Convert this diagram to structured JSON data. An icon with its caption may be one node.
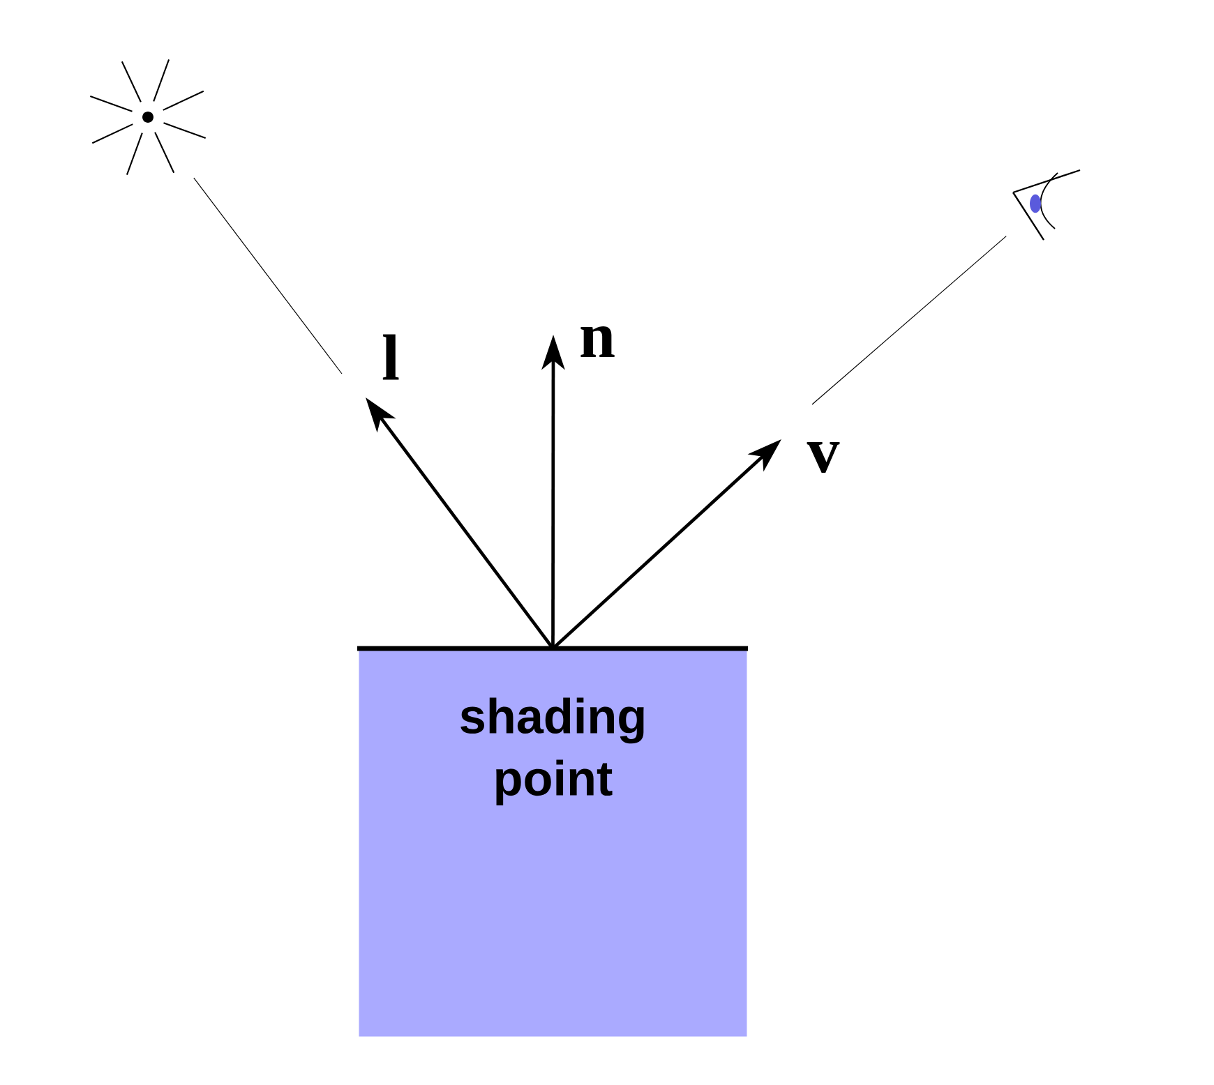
{
  "diagram": {
    "nodes": [
      {
        "text": [
          "shading point"
        ]
      },
      {
        "text": [],
        "shape": "sun"
      },
      {
        "text": [],
        "shape": "eye"
      }
    ],
    "edges": [
      {
        "from": 0,
        "to": null,
        "arrow": "to",
        "label": "l"
      },
      {
        "from": 0,
        "to": null,
        "arrow": "to",
        "label": "n"
      },
      {
        "from": 0,
        "to": null,
        "arrow": "to",
        "label": "v"
      },
      {
        "from": 1,
        "to": null,
        "arrow": "none"
      },
      {
        "from": 2,
        "to": null,
        "arrow": "none"
      }
    ]
  }
}
